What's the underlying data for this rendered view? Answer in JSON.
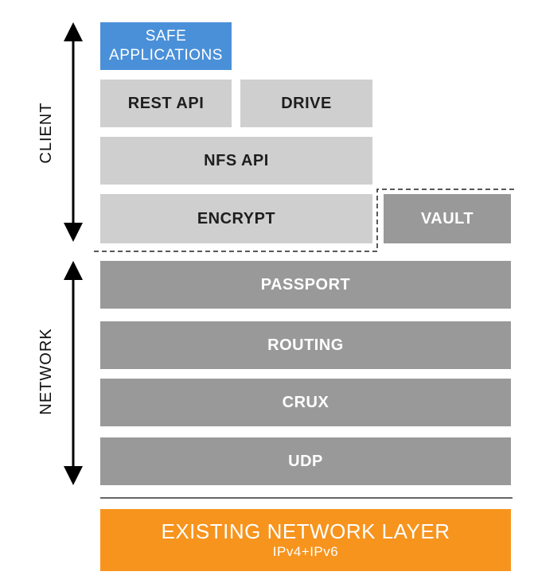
{
  "client_label": "CLIENT",
  "network_label": "NETWORK",
  "layers": {
    "safe_applications": [
      "SAFE",
      "APPLICATIONS"
    ],
    "rest_api": "REST API",
    "drive": "DRIVE",
    "nfs_api": "NFS API",
    "encrypt": "ENCRYPT",
    "vault": "VAULT",
    "passport": "PASSPORT",
    "routing": "ROUTING",
    "crux": "CRUX",
    "udp": "UDP"
  },
  "existing_layer": {
    "title": "EXISTING NETWORK LAYER",
    "subtitle": "IPv4+IPv6"
  },
  "colors": {
    "blue": "#4a90d9",
    "light_gray": "#cfcfcf",
    "dark_gray": "#999999",
    "orange": "#f7941d"
  }
}
